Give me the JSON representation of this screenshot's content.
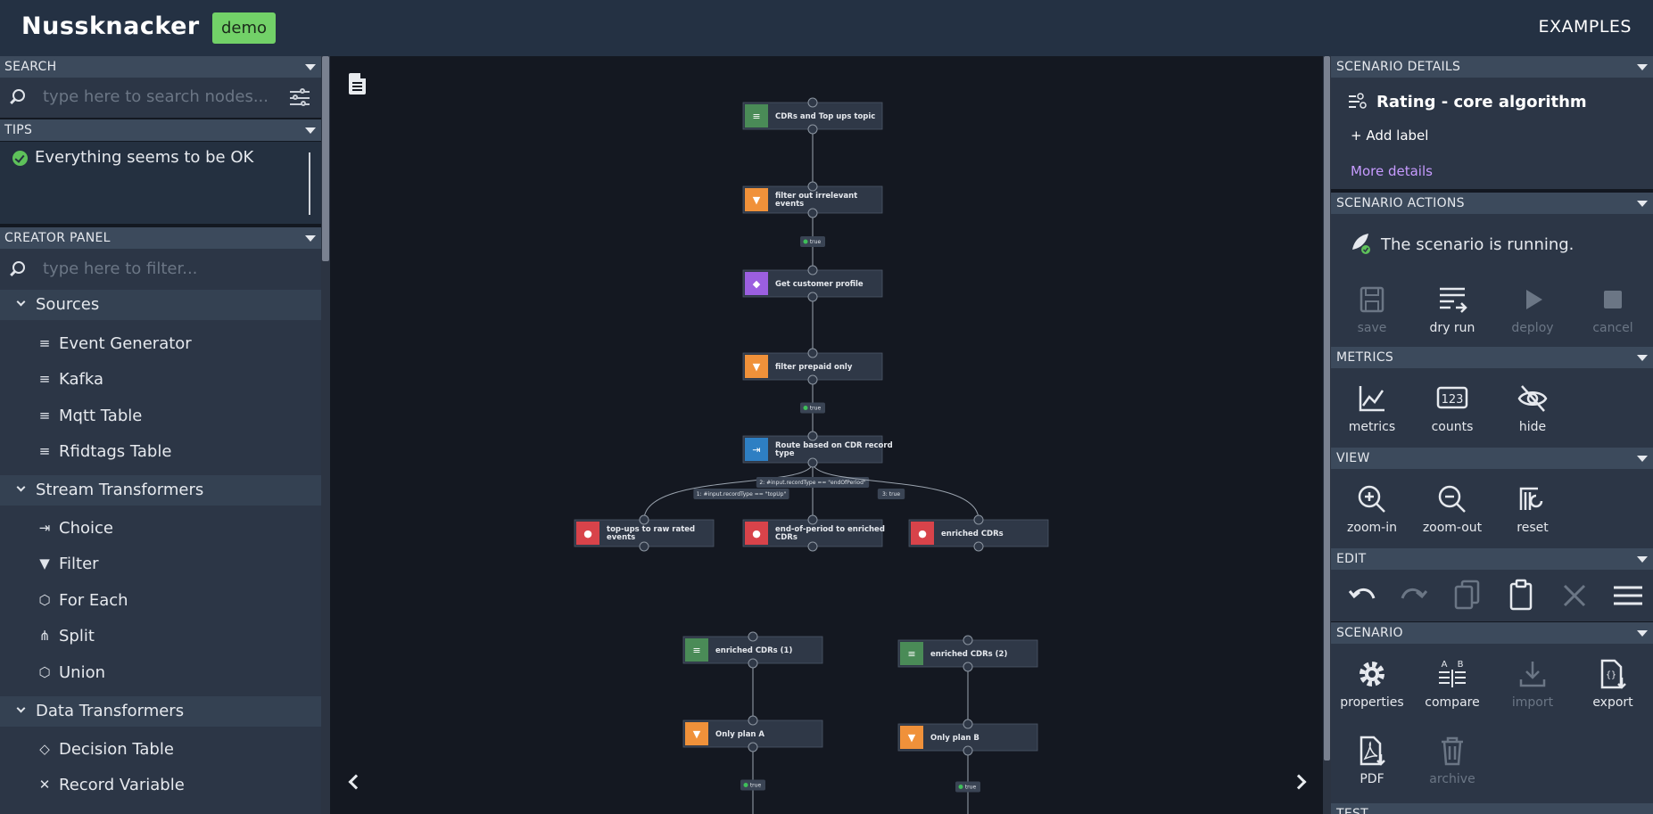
{
  "header": {
    "logo": "Nussknacker",
    "env_badge": "demo",
    "nav_examples": "EXAMPLES"
  },
  "left_panel": {
    "search": {
      "title": "SEARCH",
      "placeholder": "type here to search nodes..."
    },
    "tips": {
      "title": "TIPS",
      "message": "Everything seems to be OK"
    },
    "creator": {
      "title": "CREATOR PANEL",
      "filter_placeholder": "type here to filter...",
      "groups": [
        {
          "label": "Sources",
          "items": [
            "Event Generator",
            "Kafka",
            "Mqtt Table",
            "Rfidtags Table"
          ]
        },
        {
          "label": "Stream Transformers",
          "items": [
            "Choice",
            "Filter",
            "For Each",
            "Split",
            "Union"
          ]
        },
        {
          "label": "Data Transformers",
          "items": [
            "Decision Table",
            "Record Variable"
          ]
        }
      ]
    }
  },
  "graph": {
    "nodes": [
      {
        "id": "n1",
        "label": [
          "CDRs and Top ups topic"
        ],
        "kind": "source",
        "color": "#4a8b57"
      },
      {
        "id": "n2",
        "label": [
          "filter out irrelevant",
          "events"
        ],
        "kind": "filter",
        "color": "#f0913a"
      },
      {
        "id": "n3",
        "label": [
          "Get customer profile"
        ],
        "kind": "enricher",
        "color": "#9b5fe0"
      },
      {
        "id": "n4",
        "label": [
          "filter prepaid only"
        ],
        "kind": "filter",
        "color": "#f0913a"
      },
      {
        "id": "n5",
        "label": [
          "Route based on CDR record",
          "type"
        ],
        "kind": "switch",
        "color": "#2e7fc3"
      },
      {
        "id": "n6",
        "label": [
          "top-ups to raw rated",
          "events"
        ],
        "kind": "sink",
        "color": "#d8434a"
      },
      {
        "id": "n7",
        "label": [
          "end-of-period to enriched",
          "CDRs"
        ],
        "kind": "sink",
        "color": "#d8434a"
      },
      {
        "id": "n8",
        "label": [
          "enriched CDRs"
        ],
        "kind": "sink",
        "color": "#d8434a"
      },
      {
        "id": "n9",
        "label": [
          "enriched CDRs (1)"
        ],
        "kind": "source",
        "color": "#4a8b57"
      },
      {
        "id": "n10",
        "label": [
          "Only plan A"
        ],
        "kind": "filter",
        "color": "#f0913a"
      },
      {
        "id": "n11",
        "label": [
          "enriched CDRs (2)"
        ],
        "kind": "source",
        "color": "#4a8b57"
      },
      {
        "id": "n12",
        "label": [
          "Only plan B"
        ],
        "kind": "filter",
        "color": "#f0913a"
      }
    ],
    "edge_labels": {
      "true": "true",
      "route_top": "2: #input.recordType == \"endOfPeriod\"",
      "route_left": "1: #input.recordType == \"topUp\"",
      "route_right": "3: true"
    }
  },
  "right_panel": {
    "details": {
      "title": "SCENARIO DETAILS",
      "name": "Rating - core algorithm",
      "add_label": "+ Add label",
      "more_details": "More details"
    },
    "actions": {
      "title": "SCENARIO ACTIONS",
      "status": "The scenario is running.",
      "save": "save",
      "dry_run": "dry run",
      "deploy": "deploy",
      "cancel": "cancel"
    },
    "metrics": {
      "title": "METRICS",
      "metrics": "metrics",
      "counts": "counts",
      "hide": "hide"
    },
    "view": {
      "title": "VIEW",
      "zoom_in": "zoom-in",
      "zoom_out": "zoom-out",
      "reset": "reset"
    },
    "edit": {
      "title": "EDIT"
    },
    "scenario": {
      "title": "SCENARIO",
      "properties": "properties",
      "compare": "compare",
      "import": "import",
      "export": "export",
      "pdf": "PDF",
      "archive": "archive"
    },
    "test": {
      "title": "TEST"
    }
  },
  "colors": {
    "accent_green": "#72d168",
    "link_purple": "#c79bff",
    "header_bg": "#243143"
  }
}
